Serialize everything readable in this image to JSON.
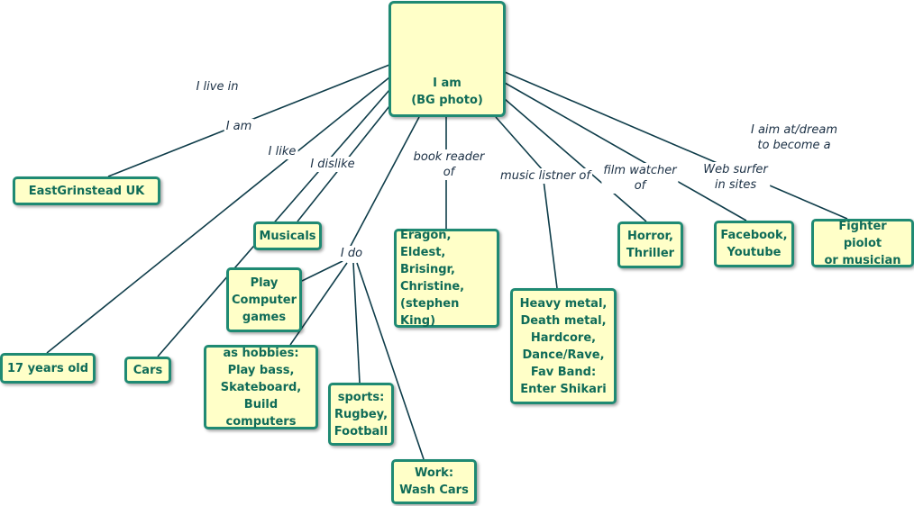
{
  "center": "I am\n(BG photo)",
  "nodes": {
    "eastgrinstead": "EastGrinstead UK",
    "age": "17 years old",
    "cars": "Cars",
    "musicals": "Musicals",
    "computer_games": "Play\nComputer\ngames",
    "hobbies": "as hobbies:\nPlay bass,\nSkateboard,\nBuild computers",
    "sports": "sports:\nRugbey,\nFootball",
    "work": "Work:\nWash Cars",
    "books": "Eragon,\nEldest,\nBrisingr,\nChristine,\n(stephen King)",
    "music": "Heavy metal,\nDeath metal,\nHardcore,\nDance/Rave,\nFav Band:\nEnter Shikari",
    "films": "Horror,\nThriller",
    "web": "Facebook,\nYoutube",
    "aim": "Fighter piolot\nor musician"
  },
  "labels": {
    "live_in": "I live in",
    "i_am": "I am",
    "i_like": "I like",
    "i_dislike": "I dislike",
    "i_do": "I do",
    "book_reader": "book reader\nof",
    "music_listener": "music listner of",
    "film_watcher": "film watcher\nof",
    "web_surfer": "Web surfer\nin sites",
    "aim_at": "I aim at/dream\nto become a"
  }
}
